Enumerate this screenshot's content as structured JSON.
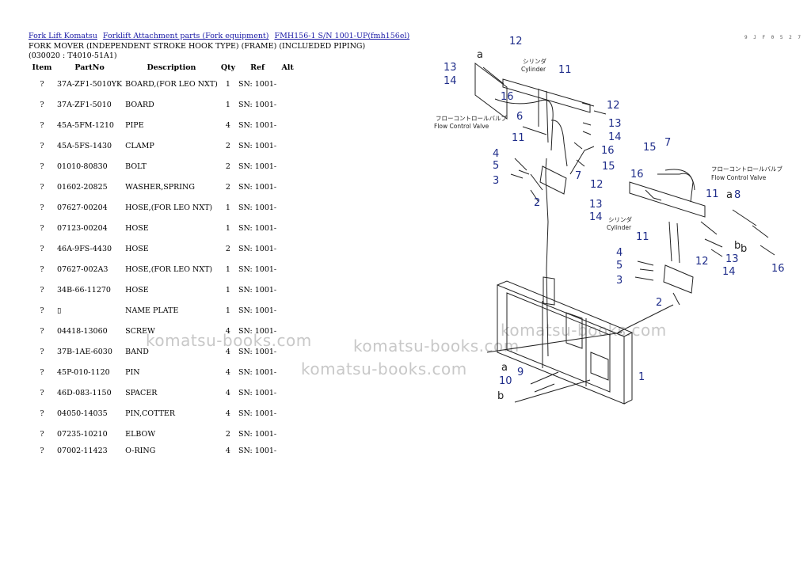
{
  "breadcrumb": [
    "Fork Lift Komatsu",
    "Forklift Attachment parts (Fork equipment)",
    "FMH156-1 S/N 1001-UP(fmh156el)"
  ],
  "heading": "FORK MOVER (INDEPENDENT STROKE HOOK TYPE) (FRAME) (INCLUEDED PIPING)(030020 : T4010-51A1)",
  "table": {
    "headers": [
      "Item",
      "PartNo",
      "Description",
      "Qty",
      "Ref",
      "Alt"
    ],
    "rows": [
      [
        "?",
        "37A-ZF1-5010YK",
        "BOARD,(FOR LEO NXT)",
        "1",
        "SN: 1001-",
        ""
      ],
      [
        "?",
        "37A-ZF1-5010",
        "BOARD",
        "1",
        "SN: 1001-",
        ""
      ],
      [
        "?",
        "45A-5FM-1210",
        "PIPE",
        "4",
        "SN: 1001-",
        ""
      ],
      [
        "?",
        "45A-5FS-1430",
        "CLAMP",
        "2",
        "SN: 1001-",
        ""
      ],
      [
        "?",
        "01010-80830",
        "BOLT",
        "2",
        "SN: 1001-",
        ""
      ],
      [
        "?",
        "01602-20825",
        "WASHER,SPRING",
        "2",
        "SN: 1001-",
        ""
      ],
      [
        "?",
        "07627-00204",
        "HOSE,(FOR LEO NXT)",
        "1",
        "SN: 1001-",
        ""
      ],
      [
        "?",
        "07123-00204",
        "HOSE",
        "1",
        "SN: 1001-",
        ""
      ],
      [
        "?",
        "46A-9FS-4430",
        "HOSE",
        "2",
        "SN: 1001-",
        ""
      ],
      [
        "?",
        "07627-002A3",
        "HOSE,(FOR LEO NXT)",
        "1",
        "SN: 1001-",
        ""
      ],
      [
        "?",
        "34B-66-11270",
        "HOSE",
        "1",
        "SN: 1001-",
        ""
      ],
      [
        "?",
        "▯",
        "NAME PLATE",
        "1",
        "SN: 1001-",
        ""
      ],
      [
        "?",
        "04418-13060",
        "SCREW",
        "4",
        "SN: 1001-",
        ""
      ],
      [
        "?",
        "37B-1AE-6030",
        "BAND",
        "4",
        "SN: 1001-",
        ""
      ],
      [
        "?",
        "45P-010-1120",
        "PIN",
        "4",
        "SN: 1001-",
        ""
      ],
      [
        "?",
        "46D-083-1150",
        "SPACER",
        "4",
        "SN: 1001-",
        ""
      ],
      [
        "?",
        "04050-14035",
        "PIN,COTTER",
        "4",
        "SN: 1001-",
        ""
      ],
      [
        "?",
        "07235-10210",
        "ELBOW",
        "2",
        "SN: 1001-",
        ""
      ],
      [
        "?",
        "07002-11423",
        "O-RING",
        "4",
        "SN: 1001-",
        ""
      ]
    ]
  },
  "watermarks": [
    "komatsu-books.com",
    "komatsu-books.com",
    "komatsu-books.com",
    "komatsu-books.com"
  ],
  "diagram": {
    "code": "9 J F 0 5 2 7",
    "texts": {
      "cyl_jp_1": "シリンダ",
      "cyl_en_1": "Cylinder",
      "fcv_jp_1": "フローコントロールバルブ",
      "fcv_en_1": "Flow Control Valve",
      "fcv_jp_2": "フローコントロールバルブ",
      "fcv_en_2": "Flow Control Valve",
      "cyl_jp_2": "シリンダ",
      "cyl_en_2": "Cylinder"
    },
    "callouts": [
      {
        "id": "c1",
        "label": "12"
      },
      {
        "id": "c2",
        "label": "13"
      },
      {
        "id": "c3",
        "label": "14"
      },
      {
        "id": "c4",
        "label": "11"
      },
      {
        "id": "c5",
        "label": "16"
      },
      {
        "id": "c6",
        "label": "6"
      },
      {
        "id": "c7",
        "label": "12"
      },
      {
        "id": "c8",
        "label": "13"
      },
      {
        "id": "c9",
        "label": "14"
      },
      {
        "id": "c10",
        "label": "11"
      },
      {
        "id": "c11",
        "label": "16"
      },
      {
        "id": "c12",
        "label": "15"
      },
      {
        "id": "c13",
        "label": "4"
      },
      {
        "id": "c14",
        "label": "5"
      },
      {
        "id": "c15",
        "label": "3"
      },
      {
        "id": "c16",
        "label": "7"
      },
      {
        "id": "c17",
        "label": "2"
      },
      {
        "id": "c18",
        "label": "15"
      },
      {
        "id": "c19",
        "label": "7"
      },
      {
        "id": "c20",
        "label": "12"
      },
      {
        "id": "c21",
        "label": "16"
      },
      {
        "id": "c22",
        "label": "13"
      },
      {
        "id": "c23",
        "label": "14"
      },
      {
        "id": "c24",
        "label": "11"
      },
      {
        "id": "c25",
        "label": "8"
      },
      {
        "id": "c26",
        "label": "11"
      },
      {
        "id": "c27",
        "label": "4"
      },
      {
        "id": "c28",
        "label": "5"
      },
      {
        "id": "c29",
        "label": "3"
      },
      {
        "id": "c30",
        "label": "12"
      },
      {
        "id": "c31",
        "label": "13"
      },
      {
        "id": "c32",
        "label": "14"
      },
      {
        "id": "c33",
        "label": "16"
      },
      {
        "id": "c34",
        "label": "2"
      },
      {
        "id": "c35",
        "label": "1"
      },
      {
        "id": "c36",
        "label": "9"
      },
      {
        "id": "c37",
        "label": "10"
      }
    ],
    "refs": [
      "a",
      "a",
      "b",
      "b",
      "a",
      "b"
    ]
  },
  "colors": {
    "link": "#1a1aa6",
    "callout": "#1f2d8a",
    "line": "#222222",
    "watermark": "#c8c8c8"
  }
}
